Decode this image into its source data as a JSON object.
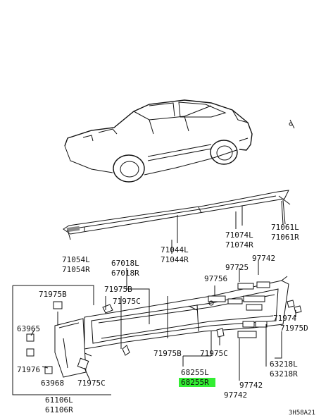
{
  "labels": {
    "p71054L": "71054L",
    "p71054R": "71054R",
    "p71044L": "71044L",
    "p71044R": "71044R",
    "p71074L": "71074L",
    "p71074R": "71074R",
    "p71061L": "71061L",
    "p71061R": "71061R",
    "p67018L": "67018L",
    "p67018R": "67018R",
    "p97725": "97725",
    "p97742_top": "97742",
    "p97756": "97756",
    "p71975B_left": "71975B",
    "p71975B_mid": "71975B",
    "p71975C_upper": "71975C",
    "p63965": "63965",
    "p71976": "71976",
    "p63968": "63968",
    "p71975C_bottom": "71975C",
    "p61106L": "61106L",
    "p61106R": "61106R",
    "p71975B_lower": "71975B",
    "p71975C_lower": "71975C",
    "p68255L": "68255L",
    "p68255R": "68255R",
    "p97742_mid": "97742",
    "p97742_bottom": "97742",
    "p71974": "71974",
    "p71975D": "71975D",
    "p63218L": "63218L",
    "p63218R": "63218R",
    "ref": "3H58A21"
  },
  "colors": {
    "ink": "#111111",
    "highlight": "#33ee33",
    "background": "#ffffff"
  }
}
